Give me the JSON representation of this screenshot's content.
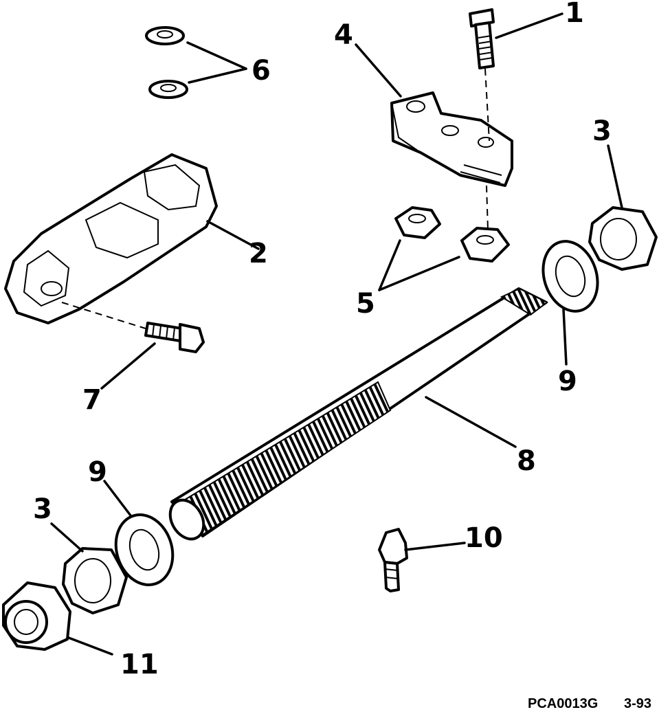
{
  "callouts": {
    "c1": "1",
    "c2": "2",
    "c3a": "3",
    "c3b": "3",
    "c4": "4",
    "c5": "5",
    "c6": "6",
    "c7": "7",
    "c8": "8",
    "c9a": "9",
    "c9b": "9",
    "c10": "10",
    "c11": "11"
  },
  "footer": {
    "code": "PCA0013G",
    "date": "3-93"
  }
}
